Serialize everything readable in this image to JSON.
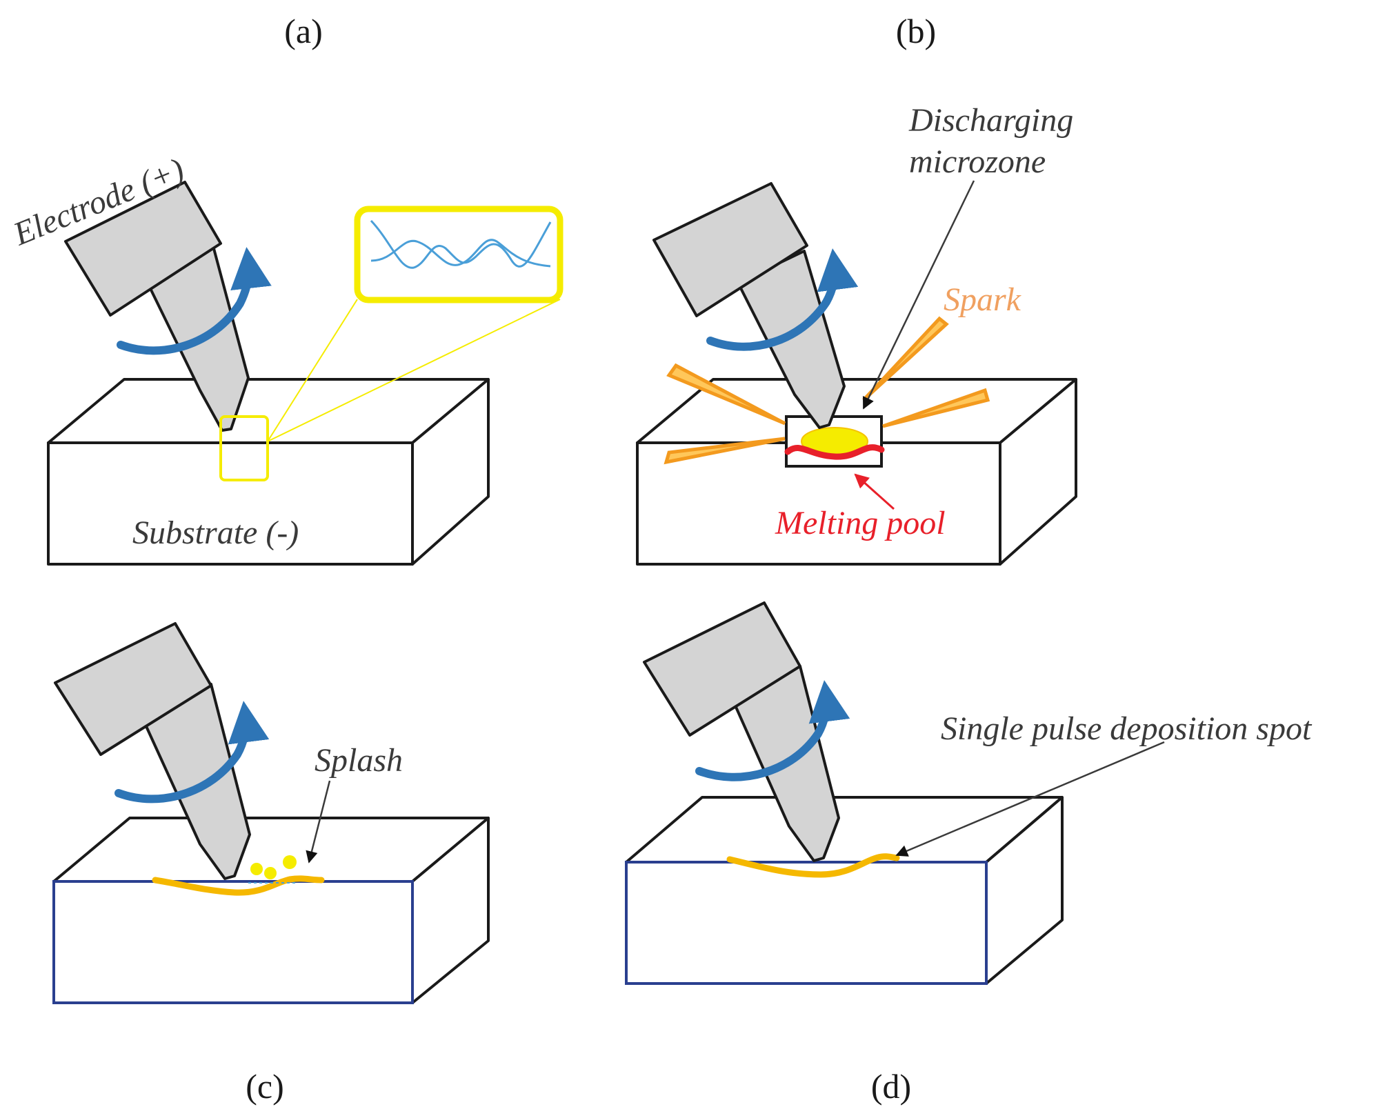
{
  "panels": {
    "a": {
      "label": "(a)",
      "electrode_label": "Electrode (+)",
      "substrate_label": "Substrate (-)"
    },
    "b": {
      "label": "(b)",
      "discharge_line1": "Discharging",
      "discharge_line2": "microzone",
      "spark_label": "Spark",
      "melt_label": "Melting pool"
    },
    "c": {
      "label": "(c)",
      "splash_label": "Splash"
    },
    "d": {
      "label": "(d)",
      "spot_label": "Single pulse deposition spot"
    }
  },
  "colors": {
    "electrode_fill": "#d4d4d4",
    "rotation_arrow": "#2e75b6",
    "zoom_box": "#f5ec00",
    "wave": "#4a9fd8",
    "spark_outer": "#f39a1e",
    "spark_inner": "#ffc75a",
    "melt_pool": "#e8202a",
    "molten_drop": "#f5ec00",
    "deposit": "#f5b800",
    "front_face_blue": "#2a3f8f"
  },
  "icons": [
    "rotation-arrow-icon",
    "electrode-icon",
    "substrate-block-icon",
    "zoom-box-icon",
    "spark-icon"
  ]
}
